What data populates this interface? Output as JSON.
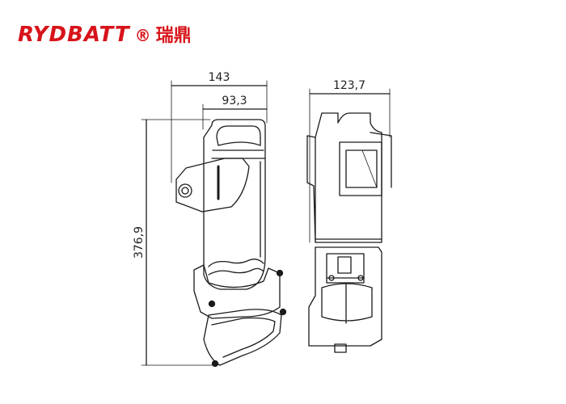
{
  "brand": {
    "name": "RYDBATT",
    "registered_mark": "®",
    "chinese_name": "瑞鼎",
    "color": "#d7141a"
  },
  "dimensions": {
    "side_width_overall": "143",
    "side_width_inner": "93,3",
    "side_height": "376,9",
    "front_width": "123,7"
  },
  "colors": {
    "line": "#1a1a1a",
    "fill": "#ffffff"
  }
}
